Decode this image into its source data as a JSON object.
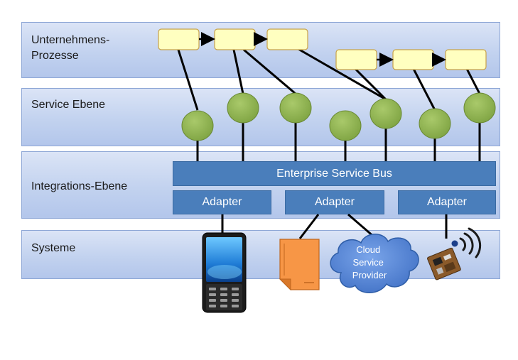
{
  "layers": {
    "prozesse": "Unternehmens-\nProzesse",
    "service": "Service Ebene",
    "integration": "Integrations-Ebene",
    "systeme": "Systeme"
  },
  "esb_label": "Enterprise Service Bus",
  "adapters": [
    "Adapter",
    "Adapter",
    "Adapter"
  ],
  "cloud_label": "Cloud\nService\nProvider",
  "colors": {
    "layer_fill": "#c2d2ef",
    "bar_fill": "#4a7ebb",
    "service_node": "#8fb152",
    "process_box": "#ffffc0",
    "document": "#f79646",
    "cloud": "#5b8ad6"
  }
}
